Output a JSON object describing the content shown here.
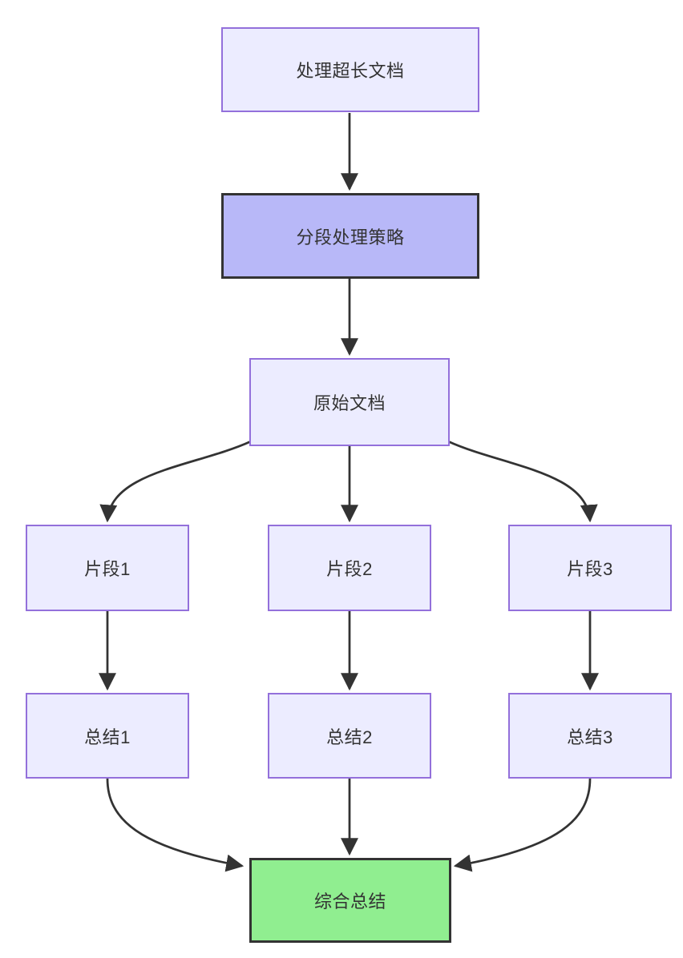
{
  "diagram": {
    "type": "flowchart",
    "direction": "top-down",
    "background": "#ffffff",
    "colors": {
      "background": "#ffffff",
      "node_fill": "#ECECFF",
      "node_border": "#9370DB",
      "highlight_fill": "#B8B8F8",
      "highlight_border": "#333333",
      "result_fill": "#90EE90",
      "result_border": "#333333",
      "edge_color": "#333333",
      "text_color": "#333333"
    },
    "nodes": [
      {
        "id": "A",
        "label": "处理超长文档",
        "style": "lavender"
      },
      {
        "id": "B",
        "label": "分段处理策略",
        "style": "purple"
      },
      {
        "id": "C",
        "label": "原始文档",
        "style": "lavender"
      },
      {
        "id": "D",
        "label": "片段1",
        "style": "lavender"
      },
      {
        "id": "E",
        "label": "片段2",
        "style": "lavender"
      },
      {
        "id": "F",
        "label": "片段3",
        "style": "lavender"
      },
      {
        "id": "G",
        "label": "总结1",
        "style": "lavender"
      },
      {
        "id": "H",
        "label": "总结2",
        "style": "lavender"
      },
      {
        "id": "I",
        "label": "总结3",
        "style": "lavender"
      },
      {
        "id": "J",
        "label": "综合总结",
        "style": "green"
      }
    ],
    "edges": [
      {
        "from": "处理超长文档",
        "to": "分段处理策略"
      },
      {
        "from": "分段处理策略",
        "to": "原始文档"
      },
      {
        "from": "原始文档",
        "to": "片段1"
      },
      {
        "from": "原始文档",
        "to": "片段2"
      },
      {
        "from": "原始文档",
        "to": "片段3"
      },
      {
        "from": "片段1",
        "to": "总结1"
      },
      {
        "from": "片段2",
        "to": "总结2"
      },
      {
        "from": "片段3",
        "to": "总结3"
      },
      {
        "from": "总结1",
        "to": "综合总结"
      },
      {
        "from": "总结2",
        "to": "综合总结"
      },
      {
        "from": "总结3",
        "to": "综合总结"
      }
    ]
  }
}
